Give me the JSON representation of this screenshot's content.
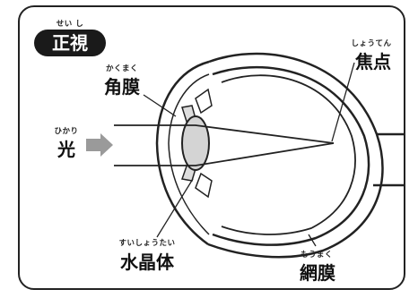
{
  "title": {
    "ruby": "せい し",
    "text": "正視"
  },
  "labels": {
    "cornea": {
      "ruby": "かくまく",
      "text": "角膜"
    },
    "light": {
      "ruby": "ひかり",
      "text": "光"
    },
    "lens": {
      "ruby": "すいしょうたい",
      "text": "水晶体"
    },
    "focus": {
      "ruby": "しょうてん",
      "text": "焦点"
    },
    "retina": {
      "ruby": "もうまく",
      "text": "網膜"
    }
  },
  "colors": {
    "outline": "#222222",
    "arrow": "#9a9a9a",
    "lens_fill": "#d4d4d4",
    "badge": "#1a1a1a"
  }
}
